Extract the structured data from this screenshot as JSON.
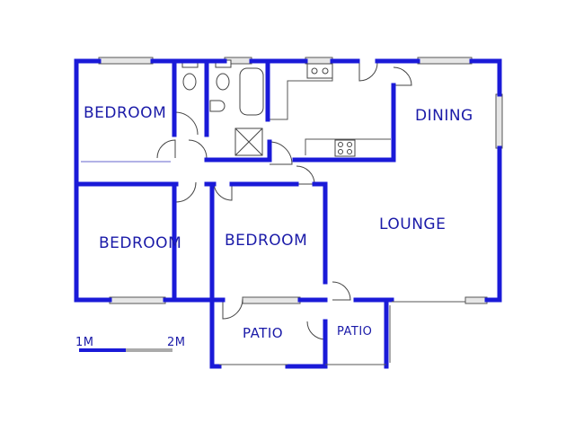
{
  "rooms": {
    "bedroom_1": "BEDROOM",
    "bedroom_2": "BEDROOM",
    "bedroom_3": "BEDROOM",
    "dining": "DINING",
    "lounge": "LOUNGE",
    "patio_1": "PATIO",
    "patio_2": "PATIO"
  },
  "scale_bar": {
    "start_label": "1M",
    "end_label": "2M"
  },
  "colors": {
    "wall": "#1a1ad8",
    "text": "#1a1aa8",
    "fixture": "#444444",
    "window": "#888888"
  }
}
